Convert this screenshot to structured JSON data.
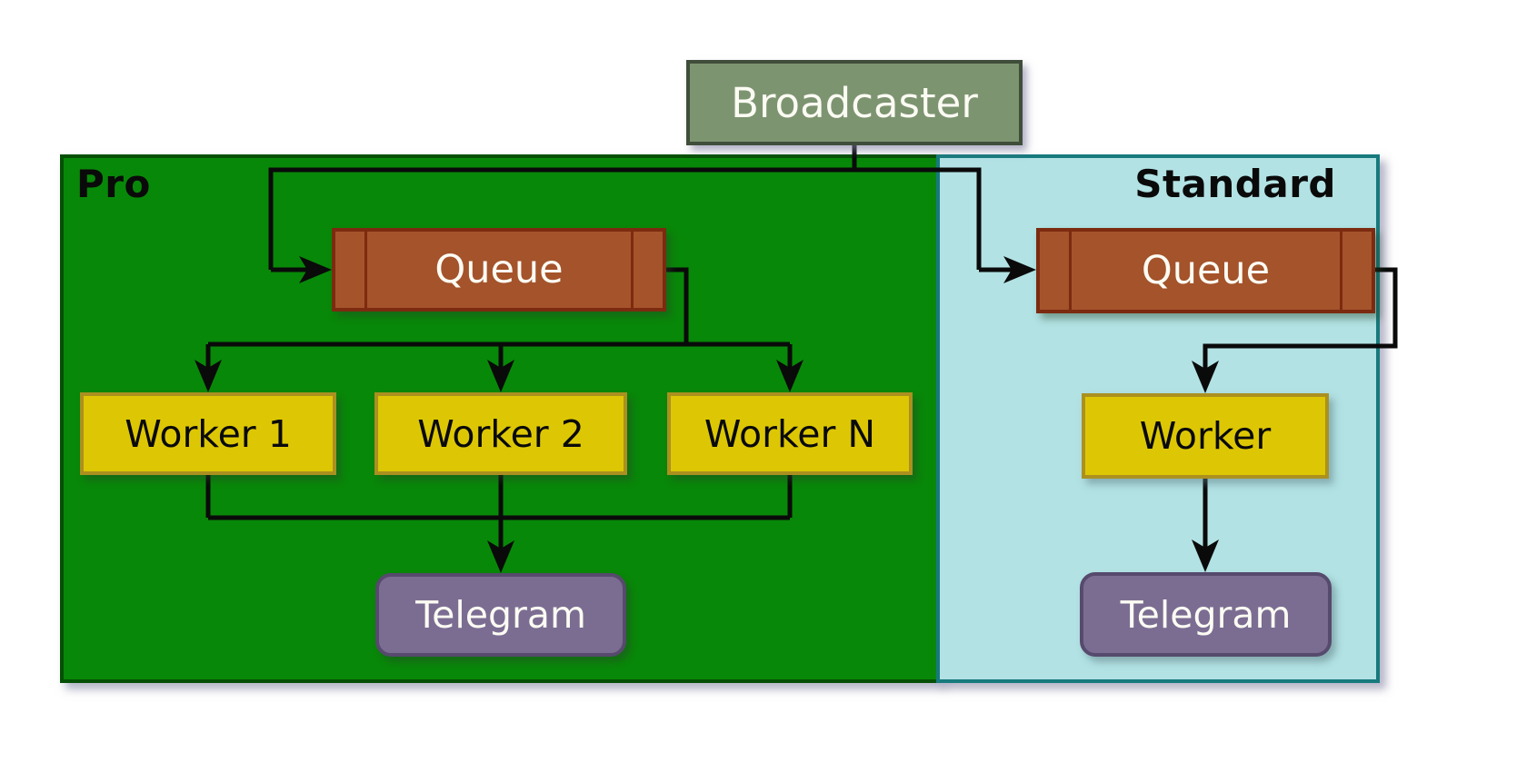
{
  "diagram": {
    "broadcaster": {
      "label": "Broadcaster"
    },
    "pro": {
      "label": "Pro",
      "queue": {
        "label": "Queue"
      },
      "workers": [
        {
          "label": "Worker 1"
        },
        {
          "label": "Worker 2"
        },
        {
          "label": "Worker N"
        }
      ],
      "telegram": {
        "label": "Telegram"
      }
    },
    "standard": {
      "label": "Standard",
      "queue": {
        "label": "Queue"
      },
      "worker": {
        "label": "Worker"
      },
      "telegram": {
        "label": "Telegram"
      }
    }
  },
  "colors": {
    "green": "#088808",
    "green-border": "#055005",
    "cyan": "#b2e2e4",
    "teal-border": "#177a7d",
    "brown": "#a4532b",
    "brown-border": "#7c2b10",
    "yellow": "#ddc704",
    "yellow-border": "#ab9020",
    "purple": "#7b6d92",
    "purple-border": "#564a6d",
    "sage": "#7d9471",
    "sage-border": "#3f4e3a",
    "line": "#0a0a0a"
  }
}
